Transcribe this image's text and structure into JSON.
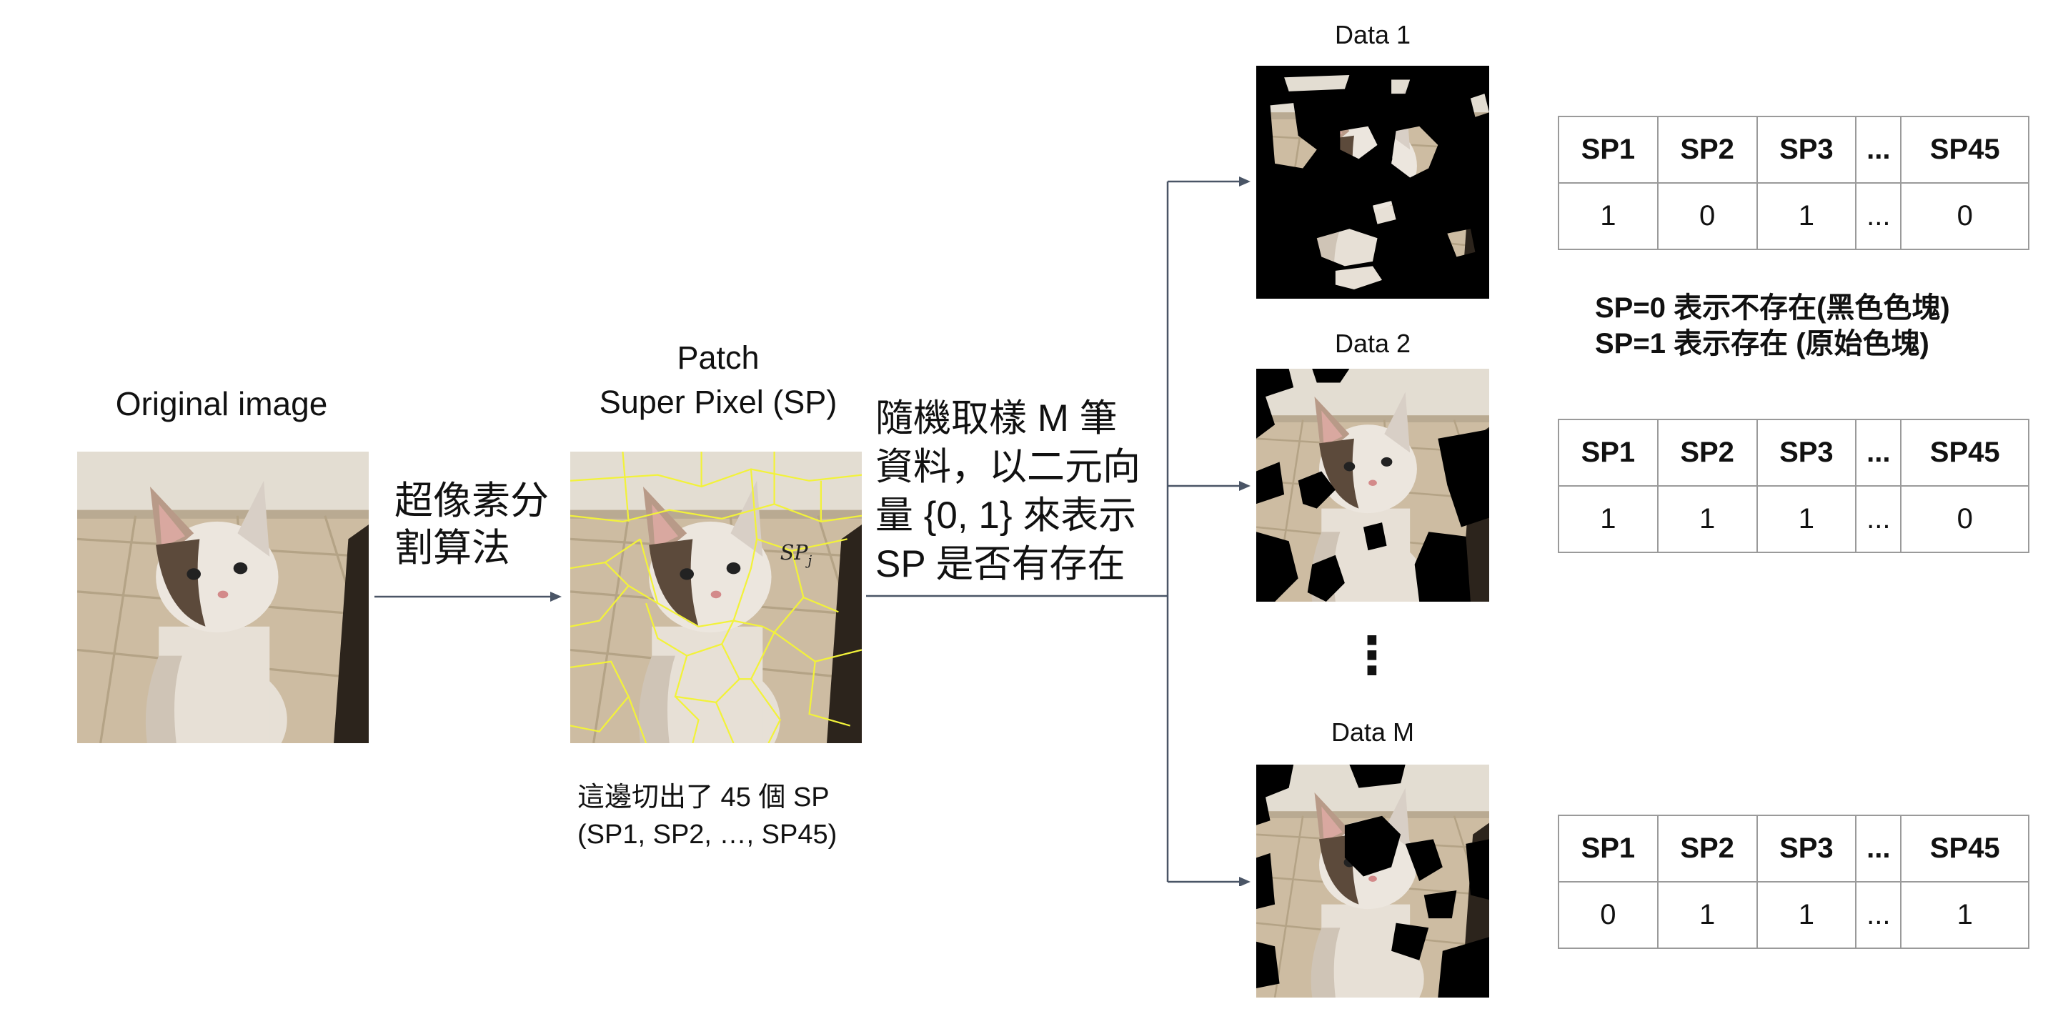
{
  "original": {
    "title": "Original image"
  },
  "algorithm": {
    "line1": "超像素分",
    "line2": "割算法"
  },
  "patch": {
    "title_line1": "Patch",
    "title_line2": "Super Pixel (SP)",
    "region_label": "SP",
    "region_label_sub": "j",
    "count_line1": "這邊切出了 45 個 SP",
    "count_line2": "(SP1, SP2, …, SP45)"
  },
  "sampling": {
    "line1": "隨機取樣 M 筆",
    "line2": "資料，以二元向",
    "line3": "量 {0, 1} 來表示",
    "line4": "SP 是否有存在"
  },
  "data_samples": [
    {
      "title": "Data 1"
    },
    {
      "title": "Data 2"
    },
    {
      "title": "Data M"
    }
  ],
  "ellipsis": "⋮",
  "legend": {
    "line1": "SP=0 表示不存在(黑色色塊)",
    "line2": "SP=1 表示存在 (原始色塊)"
  },
  "tables": [
    {
      "headers": [
        "SP1",
        "SP2",
        "SP3",
        "...",
        "SP45"
      ],
      "values": [
        "1",
        "0",
        "1",
        "...",
        "0"
      ]
    },
    {
      "headers": [
        "SP1",
        "SP2",
        "SP3",
        "...",
        "SP45"
      ],
      "values": [
        "1",
        "1",
        "1",
        "...",
        "0"
      ]
    },
    {
      "headers": [
        "SP1",
        "SP2",
        "SP3",
        "...",
        "SP45"
      ],
      "values": [
        "0",
        "1",
        "1",
        "...",
        "1"
      ]
    }
  ],
  "colors": {
    "arrow": "#4a5566",
    "superpixel_border": "#f2f23a",
    "table_border": "#9a9a9a",
    "floor": "#c9b79b",
    "wall": "#ded8cc",
    "cat_fur": "#e9e2d8",
    "cat_dark": "#5a4a3c",
    "mask": "#000000"
  }
}
